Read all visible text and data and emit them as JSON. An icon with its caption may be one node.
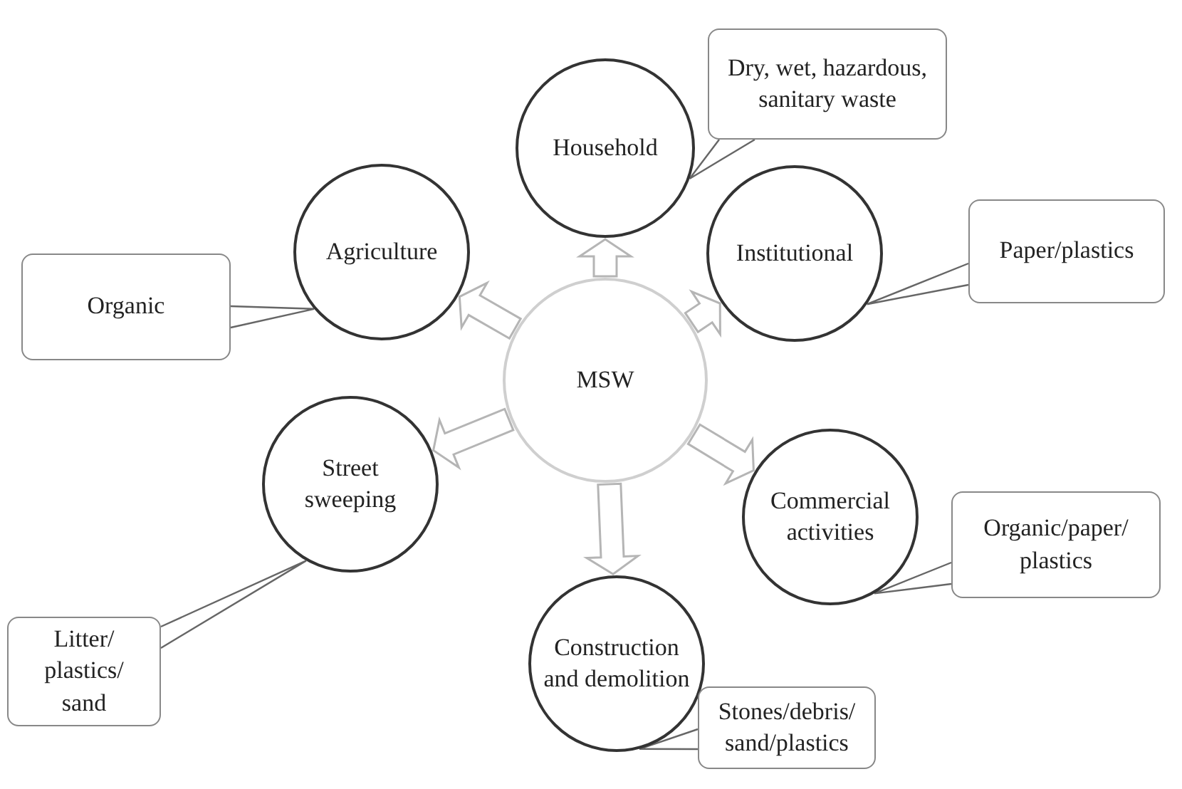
{
  "diagram": {
    "nodes": [
      {
        "text": [
          "MSW"
        ]
      },
      {
        "text": [
          "Household"
        ]
      },
      {
        "text": [
          "Institutional"
        ]
      },
      {
        "text": [
          "Commercial activities"
        ]
      },
      {
        "text": [
          "Construction and demolition"
        ]
      },
      {
        "text": [
          "Street sweeping"
        ]
      },
      {
        "text": [
          "Agriculture"
        ]
      },
      {
        "text": [
          "Dry, wet, hazardous, sanitary waste"
        ]
      },
      {
        "text": [
          "Paper/plastics"
        ]
      },
      {
        "text": [
          "Organic/paper/ plastics"
        ]
      },
      {
        "text": [
          "Stones/debris/ sand/plastics"
        ]
      },
      {
        "text": [
          "Litter/ plastics/ sand"
        ]
      },
      {
        "text": [
          "Organic"
        ]
      }
    ],
    "edges": [
      {
        "from": 0,
        "to": 1,
        "arrow": "to"
      },
      {
        "from": 0,
        "to": 2,
        "arrow": "to"
      },
      {
        "from": 0,
        "to": 3,
        "arrow": "to"
      },
      {
        "from": 0,
        "to": 4,
        "arrow": "to"
      },
      {
        "from": 0,
        "to": 5,
        "arrow": "to"
      },
      {
        "from": 0,
        "to": 6,
        "arrow": "to"
      },
      {
        "from": 7,
        "to": 1,
        "arrow": "none"
      },
      {
        "from": 8,
        "to": 2,
        "arrow": "none"
      },
      {
        "from": 9,
        "to": 3,
        "arrow": "none"
      },
      {
        "from": 10,
        "to": 4,
        "arrow": "none"
      },
      {
        "from": 11,
        "to": 5,
        "arrow": "none"
      },
      {
        "from": 12,
        "to": 6,
        "arrow": "none"
      }
    ]
  }
}
